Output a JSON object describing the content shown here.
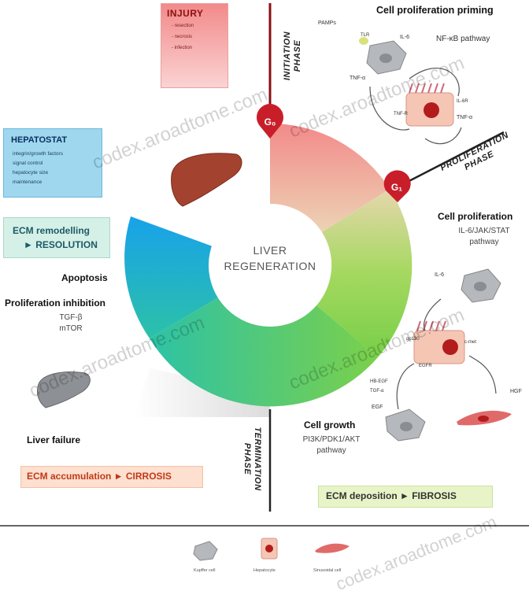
{
  "injury": {
    "title": "INJURY",
    "items": [
      "- resection",
      "- necrosis",
      "- infection"
    ]
  },
  "hepatostat": {
    "title": "HEPATOSTAT",
    "items": [
      "integrin/growth factors",
      "signal control",
      "hepatocyte size",
      "maintenance"
    ]
  },
  "ecm_resolution": {
    "line1": "ECM remodelling",
    "line2": "► RESOLUTION"
  },
  "center": {
    "line1": "LIVER",
    "line2": "REGENERATION"
  },
  "markers": {
    "g0": "G₀",
    "g1": "G₁"
  },
  "phases": {
    "initiation": {
      "line1": "INITIATION",
      "line2": "PHASE"
    },
    "proliferation": {
      "line1": "PROLIFERATION",
      "line2": "PHASE"
    },
    "termination": {
      "line1": "TERMINATION",
      "line2": "PHASE"
    }
  },
  "priming": {
    "title": "Cell proliferation priming",
    "pathway": "NF-κB pathway",
    "labels": {
      "pamps": "PAMPs",
      "tlr": "TLR",
      "il6": "IL-6",
      "tnfa": "TNF-α",
      "il6r": "IL-6R",
      "tnfr": "TNF-R",
      "tnfa2": "TNF-α"
    }
  },
  "proliferation": {
    "title": "Cell proliferation",
    "pathway_line1": "IL-6/JAK/STAT",
    "pathway_line2": "pathway",
    "labels": {
      "il6": "IL-6",
      "gp130": "gp130",
      "cmet": "c-met",
      "egfr": "EGFR",
      "hgf": "HGF",
      "egf": "EGF",
      "hbegf": "HB-EGF",
      "tgfa": "TGF-α"
    }
  },
  "growth": {
    "title": "Cell growth",
    "pathway_line1": "PI3K/PDK1/AKT",
    "pathway_line2": "pathway"
  },
  "left": {
    "apoptosis": "Apoptosis",
    "prolif_inhib": "Proliferation inhibition",
    "tgfb": "TGF-β",
    "mtor": "mTOR",
    "liver_failure": "Liver failure"
  },
  "cirrosis": "ECM accumulation ► CIRROSIS",
  "fibrosis": "ECM deposition ► FIBROSIS",
  "legend": [
    "Kupffer cell",
    "Hepatocyte",
    "Sinusoidal cell"
  ],
  "watermark": "codex.aroadtome.com",
  "colors": {
    "ring_start": "#f38a8a",
    "ring_mid": "#9ad34a",
    "ring_teal": "#2bc4a0",
    "ring_blue": "#1aa3e8",
    "marker_red": "#c81e2a",
    "phase_line": "#8b0f16"
  }
}
